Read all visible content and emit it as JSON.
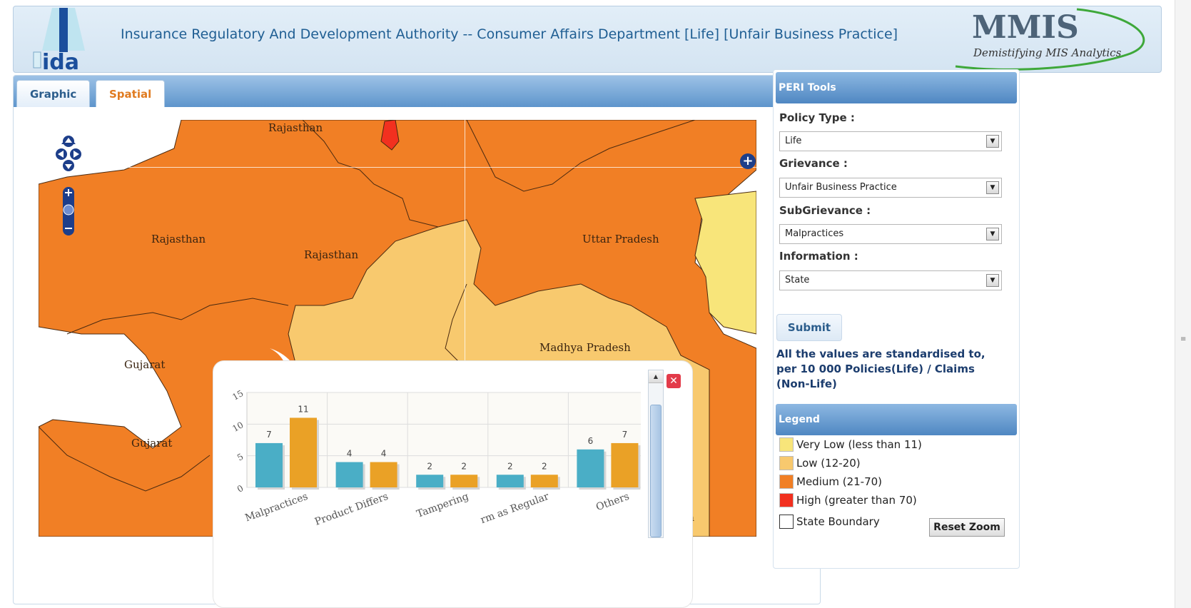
{
  "header": {
    "logo_text": "ida",
    "title": "Insurance Regulatory And Development Authority -- Consumer Affairs Department [Life] [Unfair Business Practice]",
    "brand": "MMIS",
    "tagline": "Demistifying MIS Analytics"
  },
  "tabs": [
    {
      "label": "Graphic",
      "active": false
    },
    {
      "label": "Spatial",
      "active": true
    }
  ],
  "map": {
    "labels": [
      {
        "text": "Rajasthan"
      },
      {
        "text": "Rajasthan"
      },
      {
        "text": "Rajasthan"
      },
      {
        "text": "Uttar Pradesh"
      },
      {
        "text": "Gujarat"
      },
      {
        "text": "Gujarat"
      },
      {
        "text": "Madhya Pradesh"
      },
      {
        "text": "a"
      }
    ],
    "colors": {
      "very_low": "#f8e57a",
      "low": "#f8c96e",
      "medium": "#f17f25",
      "high": "#f2301f"
    }
  },
  "chart_data": {
    "type": "bar",
    "categories": [
      "Malpractices",
      "Product Differs",
      "Tampering",
      "Form as Regular",
      "Others"
    ],
    "category_labels_visible": [
      "Malpractices",
      "Product Differs",
      "Tampering",
      "rm as Regular",
      "Others"
    ],
    "series": [
      {
        "values": [
          7,
          4,
          2,
          2,
          6
        ],
        "color": "#4aaec6"
      },
      {
        "values": [
          11,
          4,
          2,
          2,
          7
        ],
        "color": "#eaa126"
      }
    ],
    "ylim": [
      0,
      15
    ],
    "y_ticks": [
      "0",
      "5",
      "10",
      "15"
    ],
    "grid": true
  },
  "sidebar": {
    "tools_header": "PERI Tools",
    "policy_type_label": "Policy Type :",
    "policy_type_value": "Life",
    "grievance_label": "Grievance :",
    "grievance_value": "Unfair Business Practice",
    "subgrievance_label": "SubGrievance :",
    "subgrievance_value": "Malpractices",
    "information_label": "Information :",
    "information_value": "State",
    "submit_label": "Submit",
    "note": "All the values are standardised to, per 10 000 Policies(Life) / Claims (Non-Life)",
    "legend_header": "Legend",
    "legend": [
      {
        "label": "Very Low (less than 11)",
        "color": "#f8e57a"
      },
      {
        "label": "Low (12-20)",
        "color": "#f8c96e"
      },
      {
        "label": "Medium (21-70)",
        "color": "#f17f25"
      },
      {
        "label": "High (greater than 70)",
        "color": "#f2301f"
      },
      {
        "label": "State Boundary",
        "color": "#ffffff"
      }
    ],
    "reset_zoom_label": "Reset Zoom"
  }
}
